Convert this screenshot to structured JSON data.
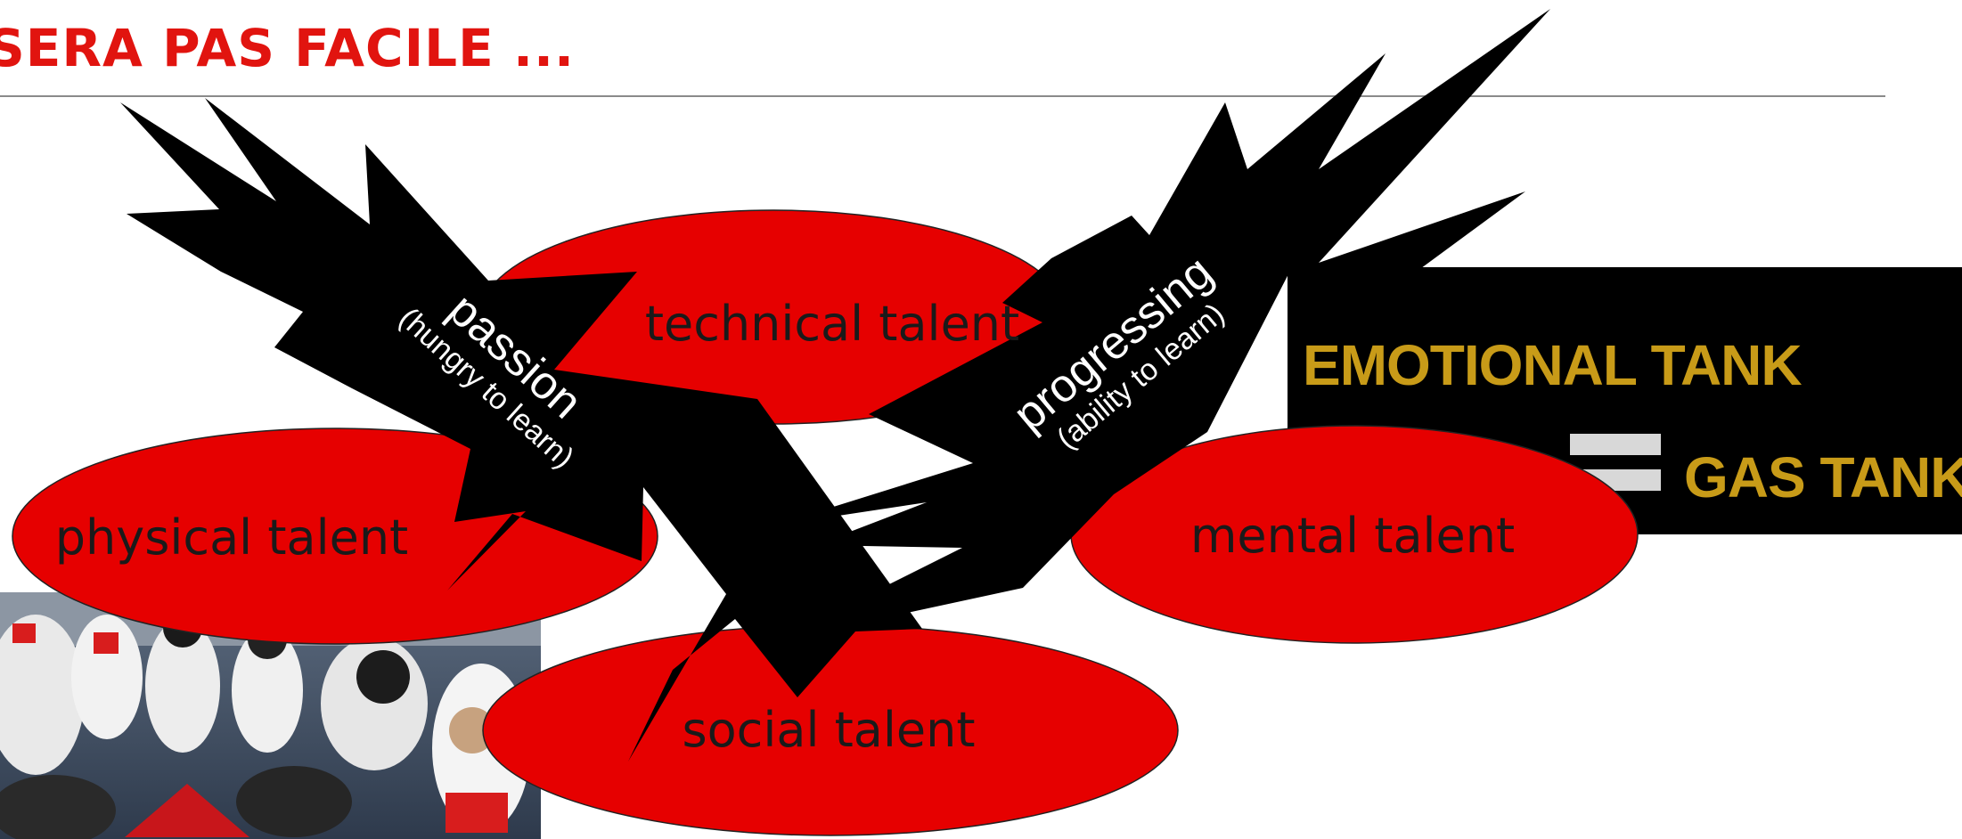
{
  "slide": {
    "title": "SERA PAS FACILE ..."
  },
  "talents": {
    "technical": "technical talent",
    "physical": "physical talent",
    "mental": "mental talent",
    "social": "social talent"
  },
  "bursts": {
    "passion": {
      "main": "passion",
      "sub": "(hungry to learn)"
    },
    "progressing": {
      "main": "progressing",
      "sub": "(ability to learn)"
    }
  },
  "tank_panel": {
    "line1": "EMOTIONAL TANK",
    "line2": "GAS TANK",
    "equals_icon": "equals-icon"
  },
  "colors": {
    "title": "#e1140f",
    "ellipse_fill": "#e60000",
    "burst": "#000000",
    "tank_text": "#c89b18",
    "tank_panel": "#000000"
  },
  "photo": {
    "icon": "hockey-team-huddle-photo"
  }
}
